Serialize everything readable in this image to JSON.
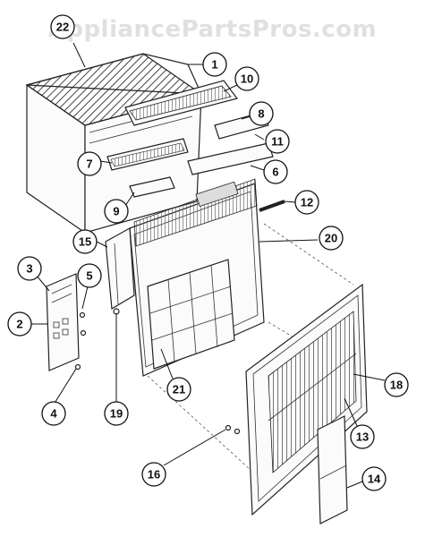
{
  "watermark": "AppliancePartsPros.com",
  "callouts": {
    "c1": "1",
    "c2": "2",
    "c3": "3",
    "c4": "4",
    "c5": "5",
    "c6": "6",
    "c7": "7",
    "c8": "8",
    "c9": "9",
    "c10": "10",
    "c11": "11",
    "c12": "12",
    "c13": "13",
    "c14": "14",
    "c15": "15",
    "c16": "16",
    "c18": "18",
    "c19": "19",
    "c20": "20",
    "c21": "21",
    "c22": "22"
  }
}
